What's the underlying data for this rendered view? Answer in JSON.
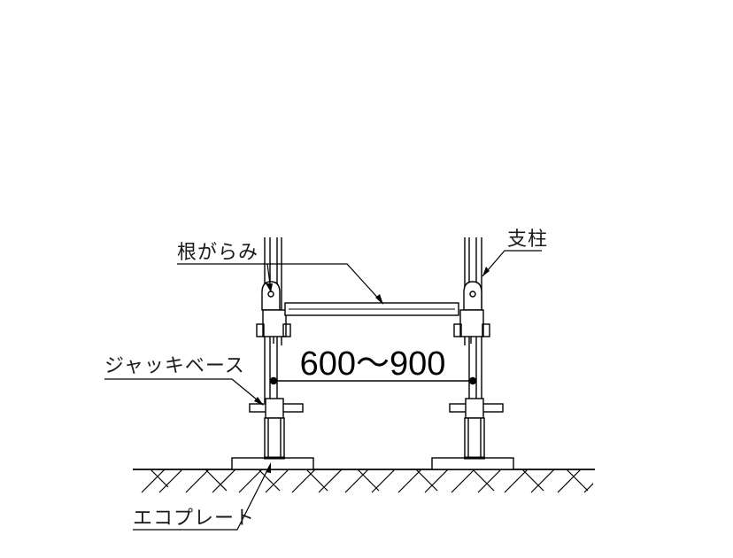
{
  "labels": {
    "shichu": "支柱",
    "negarami": "根がらみ",
    "jack_base": "ジャッキベース",
    "eco_plate": "エコプレート"
  },
  "dimension": {
    "text": "600〜900"
  }
}
